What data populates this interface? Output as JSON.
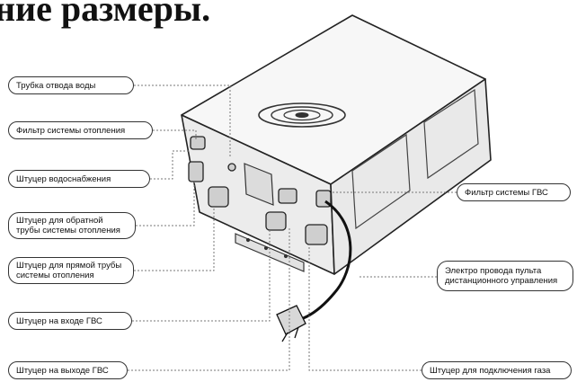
{
  "title": "ние размеры.",
  "labels": {
    "drain_tube": "Трубка отвода воды",
    "heating_filter": "Фильтр системы отопления",
    "water_supply": "Штуцер водоснабжения",
    "return_pipe": "Штуцер для обратной трубы системы отопления",
    "supply_pipe": "Штуцер для прямой трубы системы отопления",
    "dhw_inlet": "Штуцер на входе ГВС",
    "dhw_outlet": "Штуцер на выходе ГВС",
    "dhw_filter": "Фильтр системы ГВС",
    "remote_wires": "Электро провода пульта дистанционного управления",
    "gas_connection": "Штуцер для подключения газа"
  }
}
